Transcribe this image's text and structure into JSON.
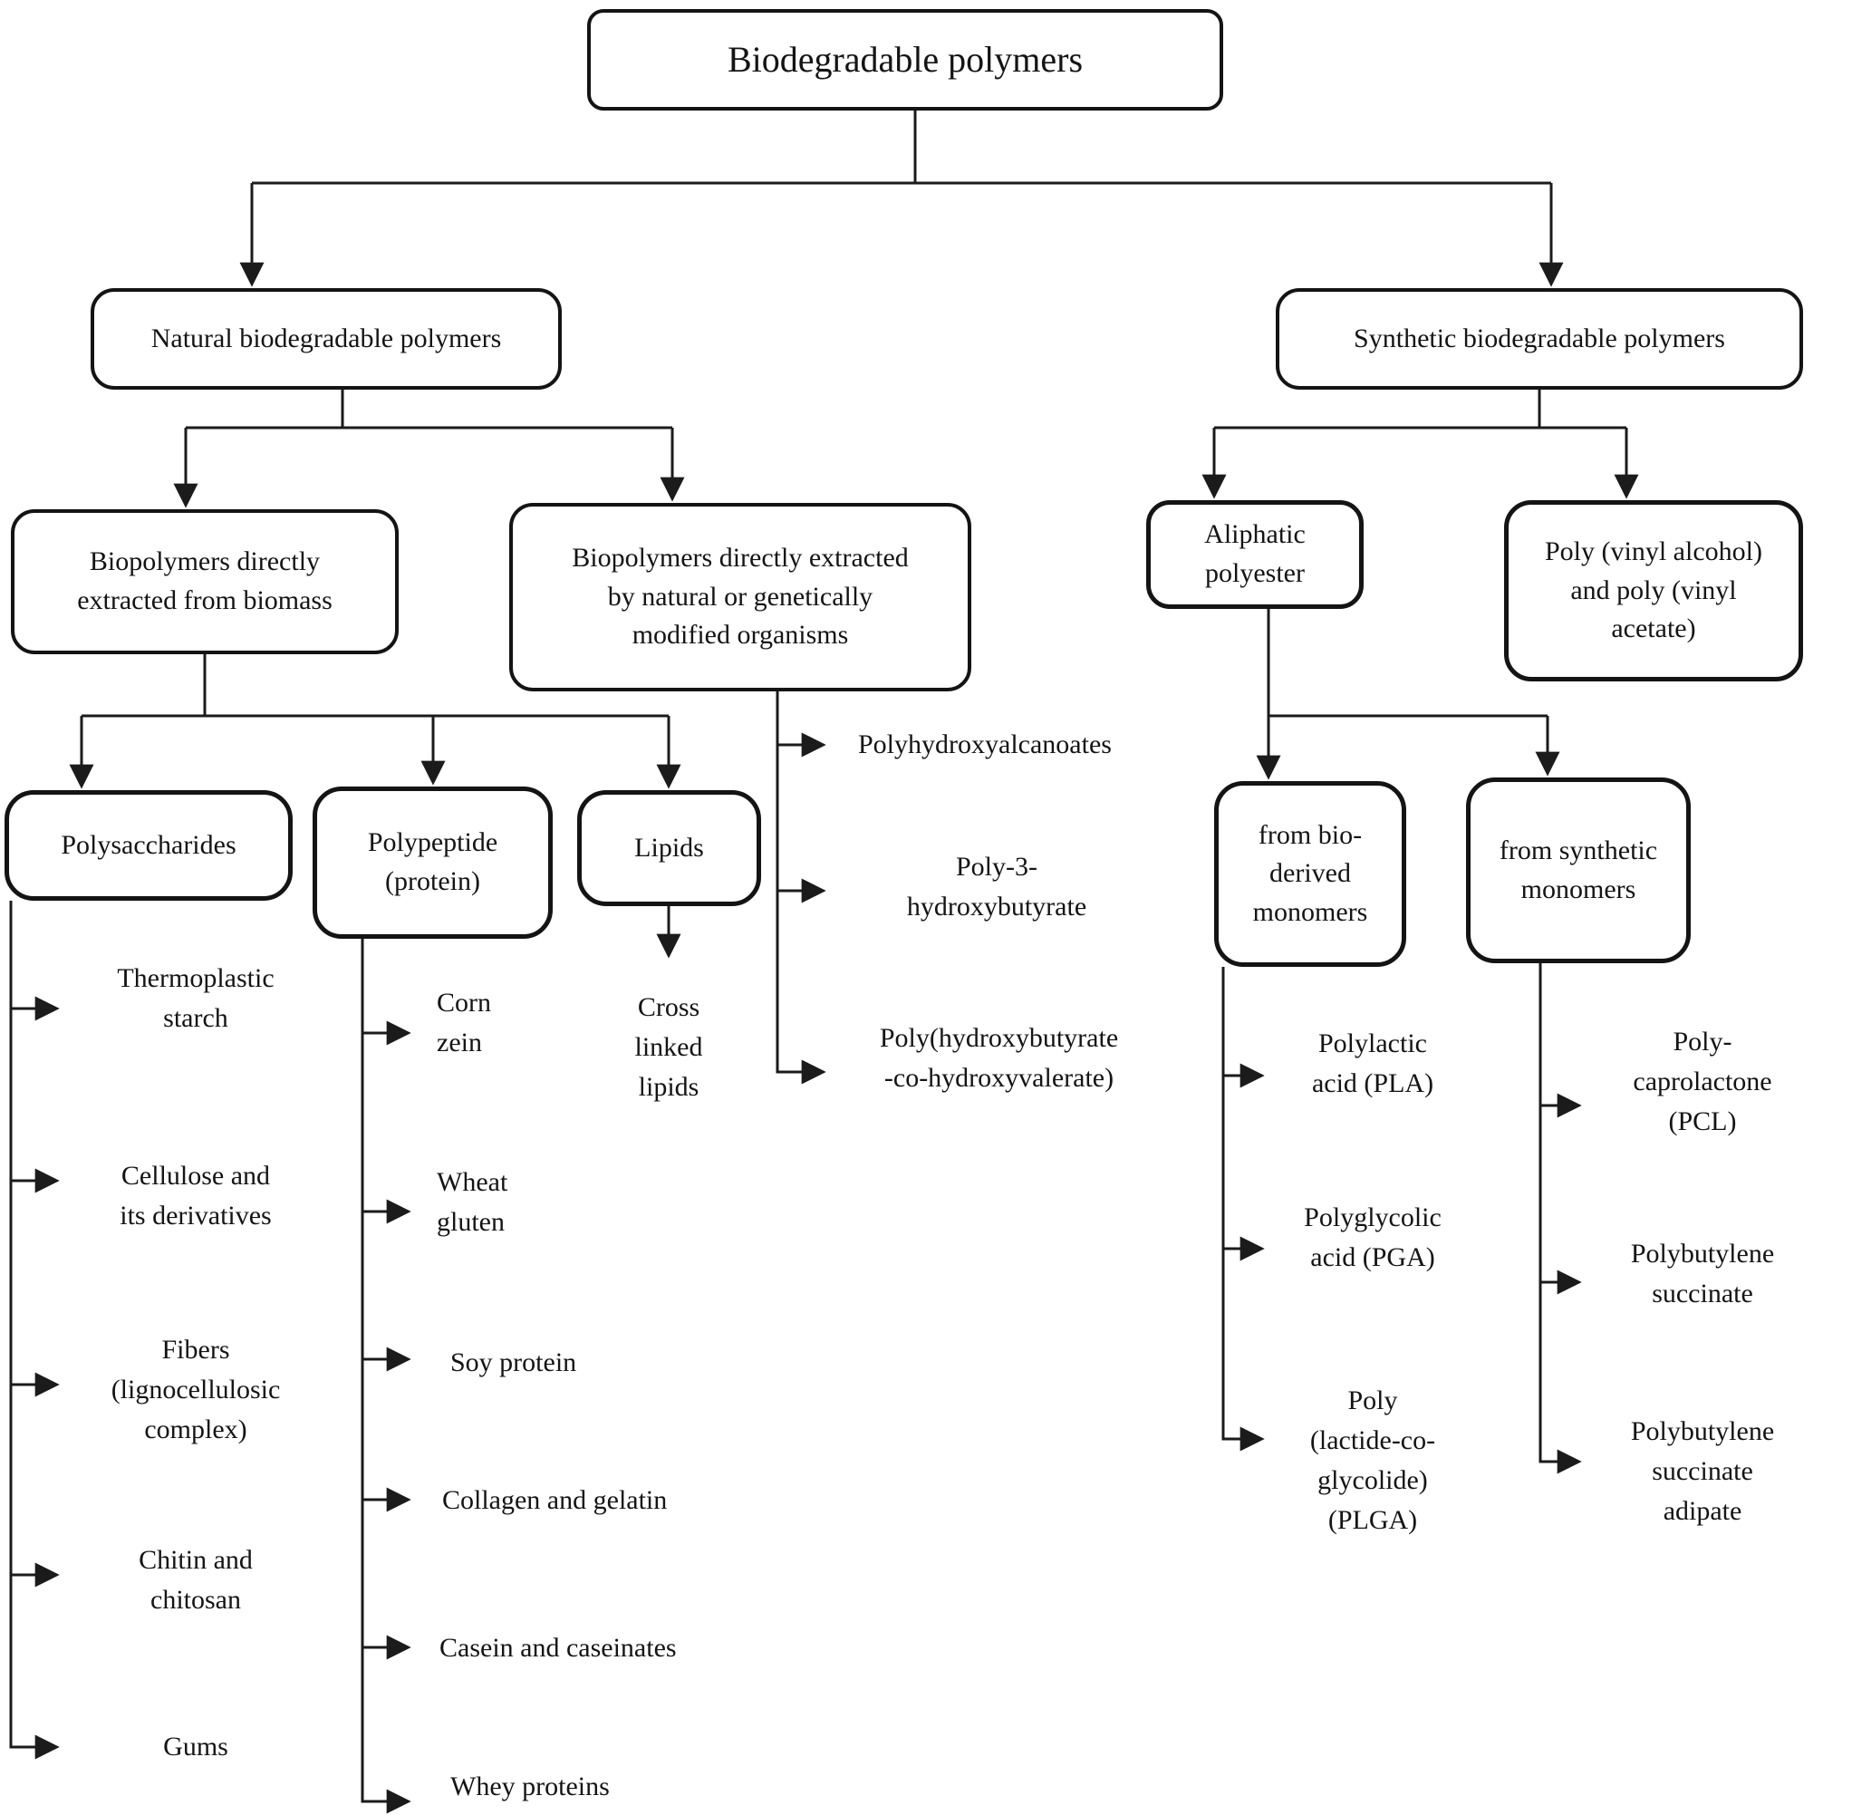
{
  "diagram_title": "Biodegradable polymers",
  "nodes": {
    "root": {
      "label": "Biodegradable polymers"
    },
    "natural": {
      "label": "Natural biodegradable polymers"
    },
    "synthetic": {
      "label": "Synthetic biodegradable polymers"
    },
    "biomass": {
      "label": "Biopolymers directly\nextracted from biomass"
    },
    "organisms": {
      "label": "Biopolymers directly extracted\nby natural or genetically\nmodified organisms",
      "children": [
        "Polyhydroxyalcanoates",
        "Poly-3-\nhydroxybutyrate",
        "Poly(hydroxybutyrate\n-co-hydroxyvalerate)"
      ]
    },
    "polysaccharides": {
      "label": "Polysaccharides",
      "children": [
        "Thermoplastic\nstarch",
        "Cellulose and\nits derivatives",
        "Fibers\n(lignocellulosic\ncomplex)",
        "Chitin and\nchitosan",
        "Gums"
      ]
    },
    "polypeptide": {
      "label": "Polypeptide\n(protein)",
      "children": [
        "Corn\nzein",
        "Wheat\ngluten",
        "Soy protein",
        "Collagen and gelatin",
        "Casein and caseinates",
        "Whey proteins"
      ]
    },
    "lipids": {
      "label": "Lipids",
      "children": [
        "Cross\nlinked\nlipids"
      ]
    },
    "aliphatic": {
      "label": "Aliphatic polyester"
    },
    "pva": {
      "label": "Poly (vinyl alcohol)\nand poly (vinyl\nacetate)"
    },
    "bio_derived": {
      "label": "from bio-\nderived\nmonomers",
      "children": [
        "Polylactic\nacid (PLA)",
        "Polyglycolic\nacid (PGA)",
        "Poly\n(lactide-co-\nglycolide)\n(PLGA)"
      ]
    },
    "synthetic_monomers": {
      "label": "from synthetic\nmonomers",
      "children": [
        "Poly-\ncaprolactone\n(PCL)",
        "Polybutylene\nsuccinate",
        "Polybutylene\nsuccinate\nadipate"
      ]
    }
  },
  "colors": {
    "line": "#1b1b1b",
    "border": "#141414",
    "text": "#141414",
    "background": "#ffffff"
  }
}
